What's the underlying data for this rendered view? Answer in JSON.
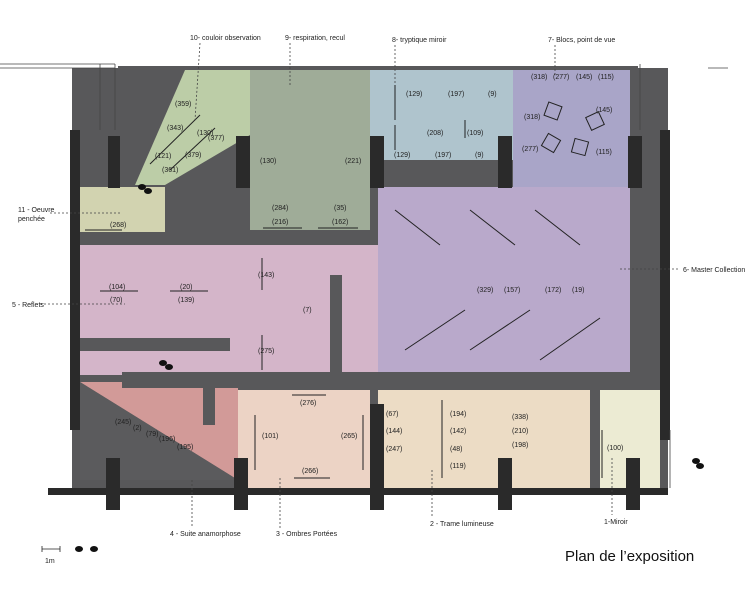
{
  "title": "Plan de l’exposition",
  "scale_label": "1m",
  "colors": {
    "wall": "#58585a",
    "post": "#2a2a2a",
    "zone_green": "#bccda7",
    "zone_sage": "#9fac98",
    "zone_blue": "#afc4cd",
    "zone_violet": "#a9a5c8",
    "zone_master": "#b9a9cb",
    "zone_pink": "#d4b5c9",
    "zone_red": "#d29a98",
    "zone_peach": "#ecd3c5",
    "zone_beige": "#ecdcc5",
    "zone_cream": "#ecebd3",
    "zone_olive": "#d2d3b0"
  },
  "rooms": [
    {
      "label": "1-Miroir"
    },
    {
      "label": "2 - Trame lumineuse"
    },
    {
      "label": "3 - Ombres Portées"
    },
    {
      "label": "4 - Suite anamorphose"
    },
    {
      "label": "5 - Reflets"
    },
    {
      "label": "6- Master Collection"
    },
    {
      "label": "7- Blocs, point de vue"
    },
    {
      "label": "8- tryptique miroir"
    },
    {
      "label": "9- respiration, recul"
    },
    {
      "label": "10- couloir observation"
    },
    {
      "label": "11 - Oeuvre\npenchée"
    }
  ],
  "dimensions": {
    "room1": [
      "(100)"
    ],
    "room2": [
      "(67)",
      "(144)",
      "(247)",
      "(194)",
      "(142)",
      "(48)",
      "(119)",
      "(338)",
      "(210)",
      "(198)"
    ],
    "room3": [
      "(276)",
      "(101)",
      "(265)",
      "(266)"
    ],
    "room4": [
      "(245)",
      "(2)",
      "(79)",
      "(196)",
      "(195)"
    ],
    "room5": [
      "(104)",
      "(70)",
      "(20)",
      "(139)",
      "(143)",
      "(7)",
      "(275)"
    ],
    "room6": [
      "(329)",
      "(157)",
      "(172)",
      "(19)"
    ],
    "room7": [
      "(318)",
      "(277)",
      "(145)",
      "(115)",
      "(318)",
      "(145)",
      "(277)",
      "(115)"
    ],
    "room8": [
      "(129)",
      "(197)",
      "(9)",
      "(208)",
      "(109)",
      "(129)",
      "(197)",
      "(9)"
    ],
    "room9": [
      "(130)",
      "(221)",
      "(284)",
      "(35)",
      "(216)",
      "(162)"
    ],
    "room10": [
      "(359)",
      "(343)",
      "(130)",
      "(377)",
      "(121)",
      "(379)",
      "(361)"
    ],
    "room11": [
      "(268)"
    ]
  }
}
